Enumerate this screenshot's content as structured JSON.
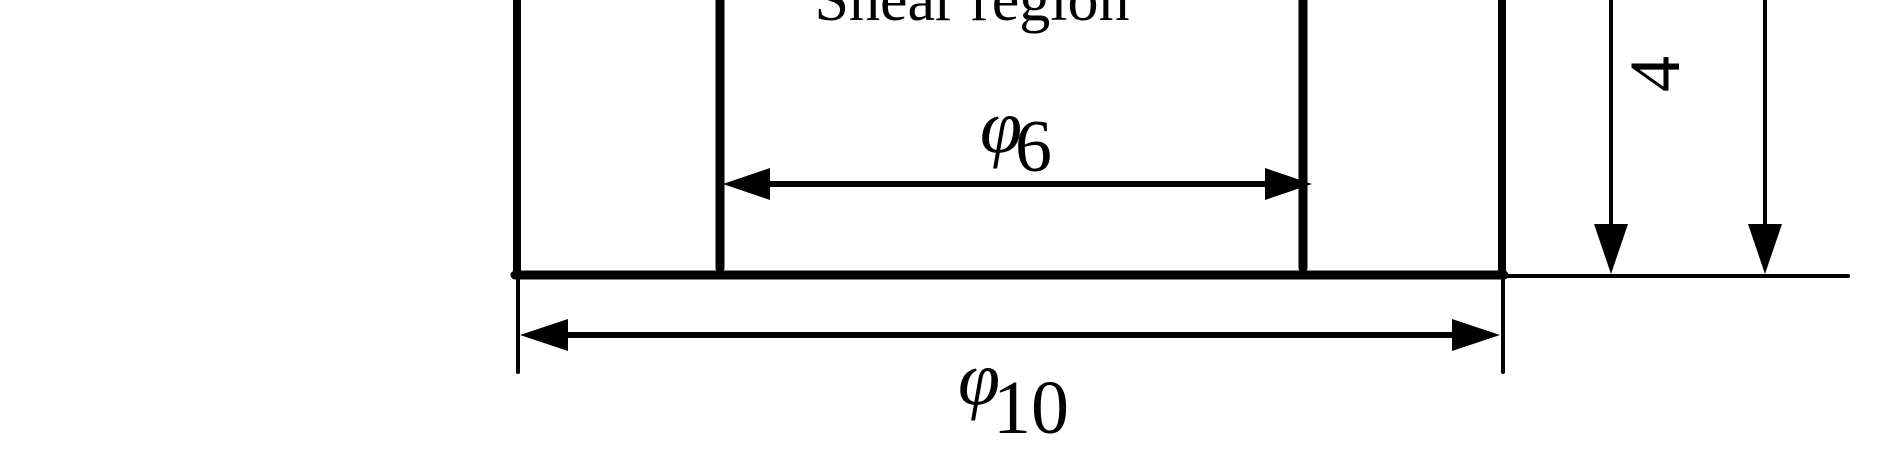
{
  "diagram": {
    "region_label": "Shear region",
    "inner_dimension": {
      "symbol": "φ",
      "subscript": "6"
    },
    "outer_dimension": {
      "symbol": "φ",
      "subscript": "10"
    },
    "height_dimension": "4"
  }
}
